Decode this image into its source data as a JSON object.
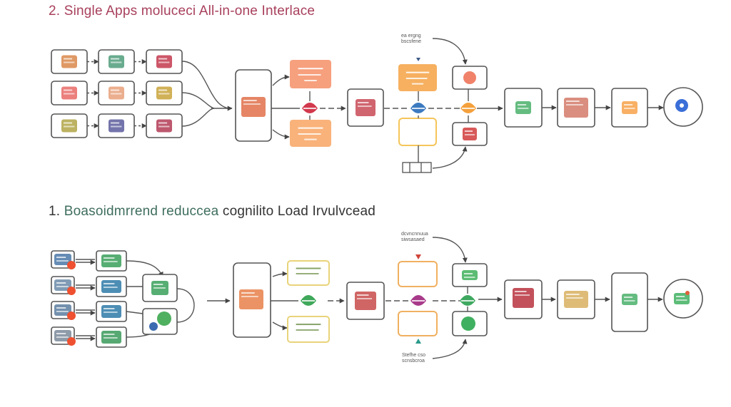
{
  "sections": [
    {
      "number": "2.",
      "title": "Single Apps moluceci All-in-one Interlace",
      "title_color": "#a8405c",
      "inputs": [
        {
          "icon": "photo-icon",
          "color": "#d9874a"
        },
        {
          "icon": "document-icon",
          "color": "#4f9c7a"
        },
        {
          "icon": "edit-icon",
          "color": "#c3384e"
        },
        {
          "icon": "puzzle-icon",
          "color": "#e86a66"
        },
        {
          "icon": "shell-icon",
          "color": "#e8a07a"
        },
        {
          "icon": "structure-icon",
          "color": "#c9a33a"
        },
        {
          "icon": "list-icon",
          "color": "#b0a445"
        },
        {
          "icon": "chart-edit-icon",
          "color": "#5c5c9e"
        },
        {
          "icon": "checkmark-icon",
          "color": "#b23b55"
        }
      ],
      "hub_icon": "app-bundle-icon",
      "top_card_color": "#f6a07e",
      "bottom_card_color": "#f9b27a",
      "junction1_color": "#d2394d",
      "processor_icon": "database-icon",
      "processor_color": "#c84a56",
      "center_top_card_color": "#f6b060",
      "center_bottom_card_color": "#f5c55a",
      "junction2_color": "#3c7ac0",
      "junction3_color": "#f4a03c",
      "side_top_icon": "orb-icon",
      "side_top_color": "#f0826a",
      "side_bottom_icon": "mixed-icon",
      "side_bottom_color": "#d13c3c",
      "top_label": [
        "ea ergng",
        "bscsfene"
      ],
      "bottom_label": "terminal-icon",
      "outputs": [
        {
          "icon": "folder-icon",
          "color": "#4ab06a"
        },
        {
          "icon": "map-icon",
          "color": "#d47a68"
        },
        {
          "icon": "box-icon",
          "color": "#f7a24a"
        },
        {
          "icon": "chat-icon",
          "color": "#3a6fd8"
        }
      ]
    },
    {
      "number": "1.",
      "title": "Boasoidmrrend reduccea",
      "title_dark": "cognilito Load Irvulvcead",
      "title_color": "#3f6e5e",
      "inputs": [
        {
          "icon": "photo-icon",
          "color": "#4a78a8"
        },
        {
          "icon": "photo-icon",
          "color": "#6a8aa8"
        },
        {
          "icon": "photo-icon",
          "color": "#5a7ea0"
        },
        {
          "icon": "photo-icon",
          "color": "#7a8a9a"
        }
      ],
      "mid_inputs": [
        {
          "icon": "landscape-icon",
          "color": "#3aa05a"
        },
        {
          "icon": "city-icon",
          "color": "#2e7aa8"
        },
        {
          "icon": "city-icon",
          "color": "#2e7aa8"
        },
        {
          "icon": "tools-icon",
          "color": "#3a9a5a"
        }
      ],
      "merge_top_icon": "network-icon",
      "merge_bottom_icon": "globe-leaf-icon",
      "hub_icon": "app-bundle-icon",
      "top_card_color": "#e9d37a",
      "bottom_card_color": "#e9d37a",
      "junction1_color": "#3fa85a",
      "processor_icon": "database-icon",
      "processor_color": "#c84a4a",
      "center_top_card_color": "#f0b060",
      "center_bottom_card_color": "#f0b060",
      "junction2_color": "#a83a8a",
      "junction3_color": "#3fa860",
      "marker_top_color": "#d0443a",
      "marker_bottom_color": "#2a9a8a",
      "side_top_icon": "truck-icon",
      "side_top_color": "#3fb05a",
      "side_bottom_icon": "orb-icon",
      "side_bottom_color": "#3fb060",
      "top_label": [
        "dcvncnnuua",
        "siwsasaed"
      ],
      "bottom_label": [
        "Stefhe cso",
        "scnsbcroa"
      ],
      "outputs": [
        {
          "icon": "edit-icon",
          "color": "#b8323e"
        },
        {
          "icon": "list-icon",
          "color": "#d8b060"
        },
        {
          "icon": "folder-icon",
          "color": "#4ab06a"
        },
        {
          "icon": "folder-badge-icon",
          "color": "#3fb060"
        }
      ]
    }
  ]
}
